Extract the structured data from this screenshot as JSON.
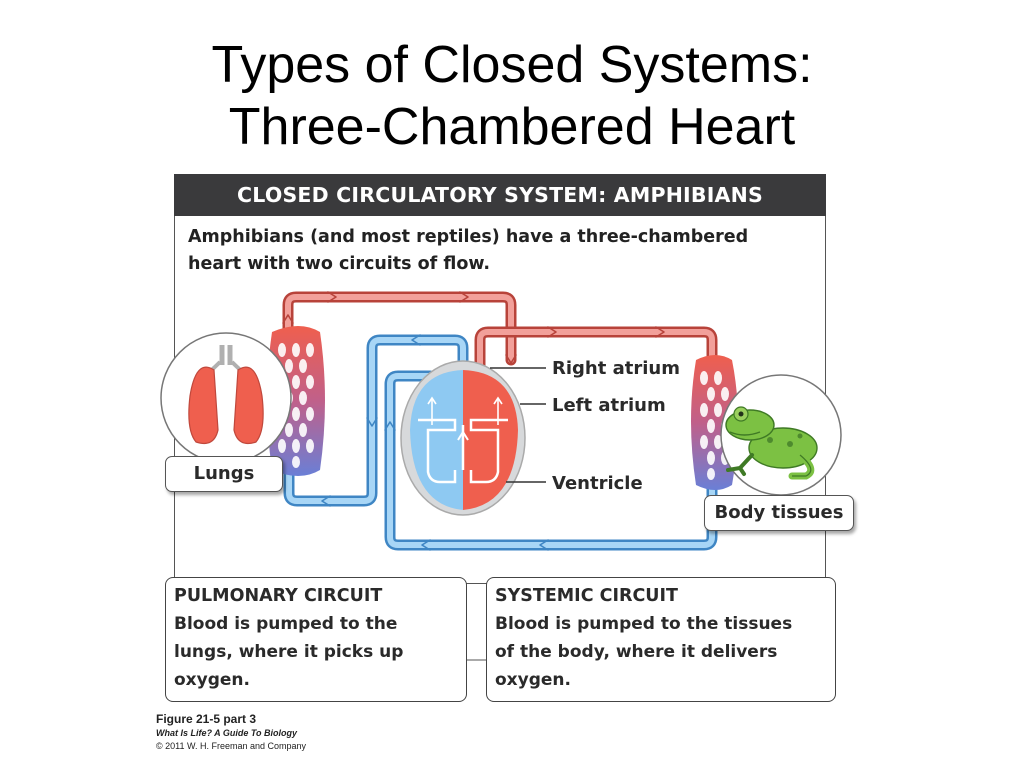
{
  "title": {
    "line1": "Types of Closed Systems:",
    "line2": "Three-Chambered Heart"
  },
  "figure": {
    "header": "CLOSED CIRCULATORY SYSTEM: AMPHIBIANS",
    "intro_line1": "Amphibians (and most reptiles) have a three-chambered",
    "intro_line2": "heart with two circuits of flow.",
    "labels": {
      "right_atrium": "Right atrium",
      "left_atrium": "Left atrium",
      "ventricle": "Ventricle",
      "lungs": "Lungs",
      "body_tissues": "Body tissues"
    },
    "pulmonary": {
      "title": "PULMONARY CIRCUIT",
      "line1": "Blood is pumped to the",
      "line2": "lungs, where it picks up",
      "line3": "oxygen."
    },
    "systemic": {
      "title": "SYSTEMIC CIRCUIT",
      "line1": "Blood is pumped to the tissues",
      "line2": "of the body, where it delivers",
      "line3": "oxygen."
    }
  },
  "credit": {
    "figure": "Figure 21-5 part 3",
    "book": "What Is Life? A Guide To Biology",
    "copyright": "© 2011 W. H. Freeman and Company"
  },
  "colors": {
    "oxygenated": "#ef5f4e",
    "deoxygenated": "#5aaee8",
    "header_bg": "#3a3a3c",
    "frog": "#7cc143"
  }
}
